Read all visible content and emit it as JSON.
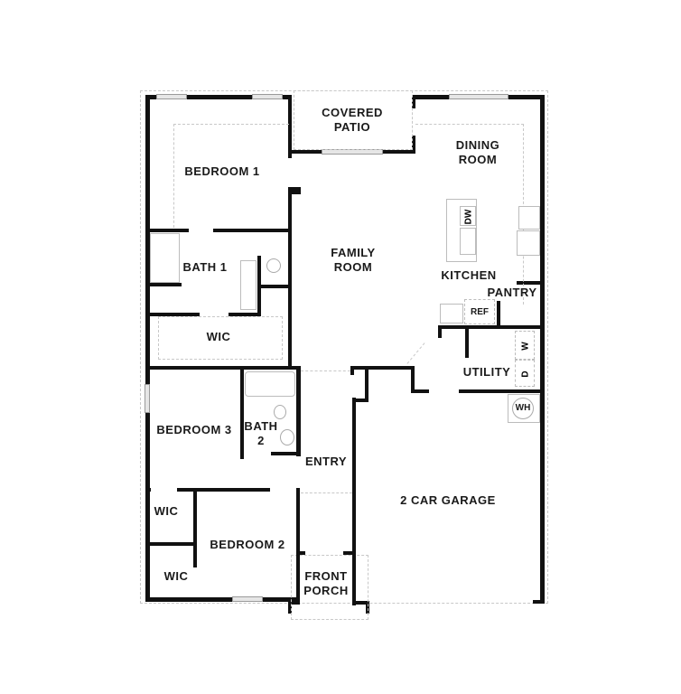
{
  "floorplan": {
    "rooms": {
      "covered_patio": "COVERED\nPATIO",
      "bedroom_1": "BEDROOM 1",
      "dining_room": "DINING\nROOM",
      "family_room": "FAMILY\nROOM",
      "kitchen": "KITCHEN",
      "pantry": "PANTRY",
      "bath_1": "BATH 1",
      "wic_1": "WIC",
      "utility": "UTILITY",
      "bedroom_3": "BEDROOM 3",
      "bath_2": "BATH\n2",
      "entry": "ENTRY",
      "garage": "2 CAR GARAGE",
      "wic_2": "WIC",
      "bedroom_2": "BEDROOM 2",
      "wic_3": "WIC",
      "front_porch": "FRONT\nPORCH"
    },
    "fixtures": {
      "dishwasher": "DW",
      "refrigerator": "REF",
      "washer": "W",
      "dryer": "D",
      "water_heater": "WH"
    },
    "colors": {
      "wall": "#111111",
      "background": "#ffffff",
      "dashed_line": "#c8c8c8"
    }
  }
}
